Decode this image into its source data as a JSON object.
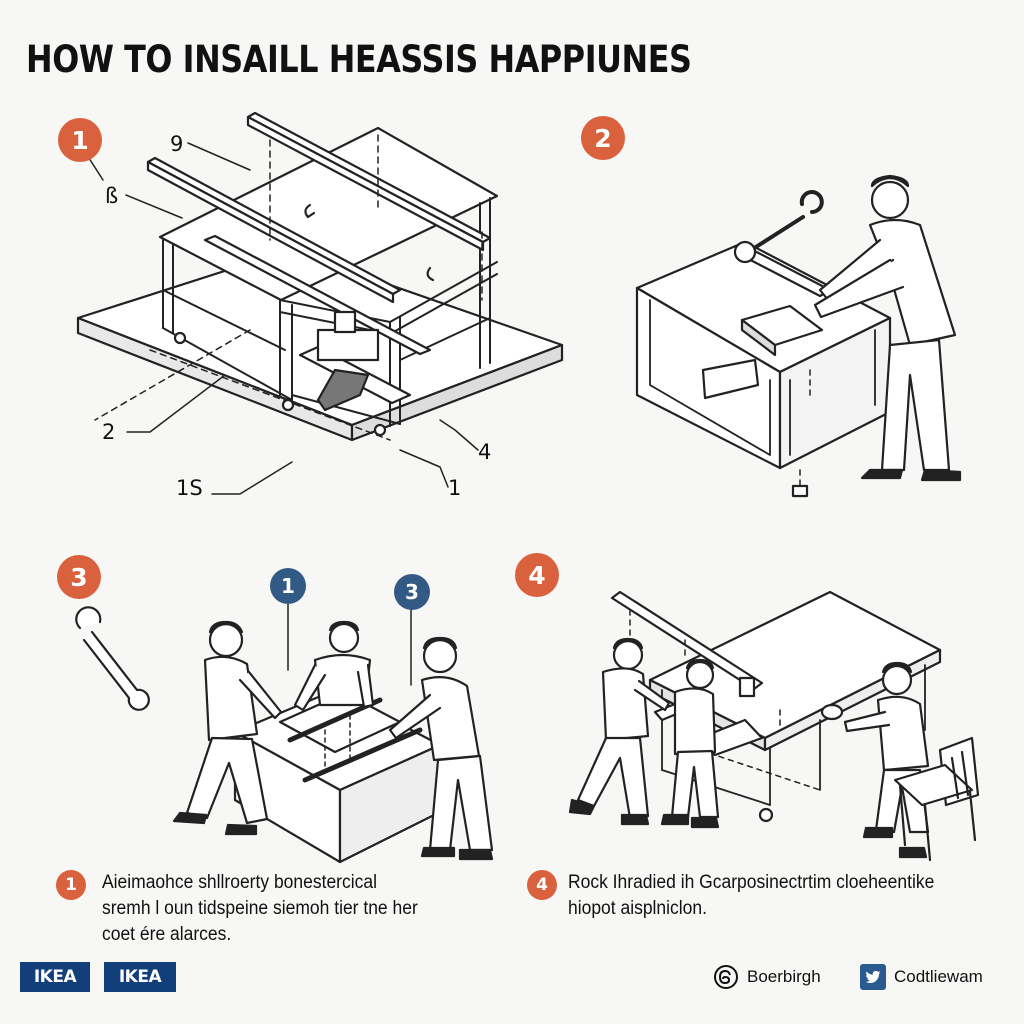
{
  "title": "HOW TO INSAILL HEASSIS HAPPIUNES",
  "steps": [
    {
      "badge": "1",
      "callouts": [
        "9",
        "ß",
        "2",
        "1S",
        "4",
        "1"
      ]
    },
    {
      "badge": "2"
    },
    {
      "badge": "3",
      "sub_badges": [
        "1",
        "3"
      ]
    },
    {
      "badge": "4"
    }
  ],
  "captions": [
    {
      "badge": "1",
      "text_lines": [
        "Aieimaohce shllroerty bonestercical",
        "sremh l oun tidspeine siemoh tier tne her",
        "coet ére alarces."
      ]
    },
    {
      "badge": "4",
      "text_lines": [
        "Rock Ihradied ih Gcarposinectrtim cloeheentike",
        "hiopot aisplniclon."
      ]
    }
  ],
  "footer": {
    "logos": [
      "IKEA",
      "IKEA"
    ],
    "social": [
      {
        "icon": "threads-icon",
        "label": "Boerbirgh"
      },
      {
        "icon": "twitter-icon",
        "label": "Codtliewam"
      }
    ]
  },
  "colors": {
    "accent_orange": "#d9613e",
    "accent_blue": "#335a85",
    "brand_blue": "#123f7a"
  }
}
